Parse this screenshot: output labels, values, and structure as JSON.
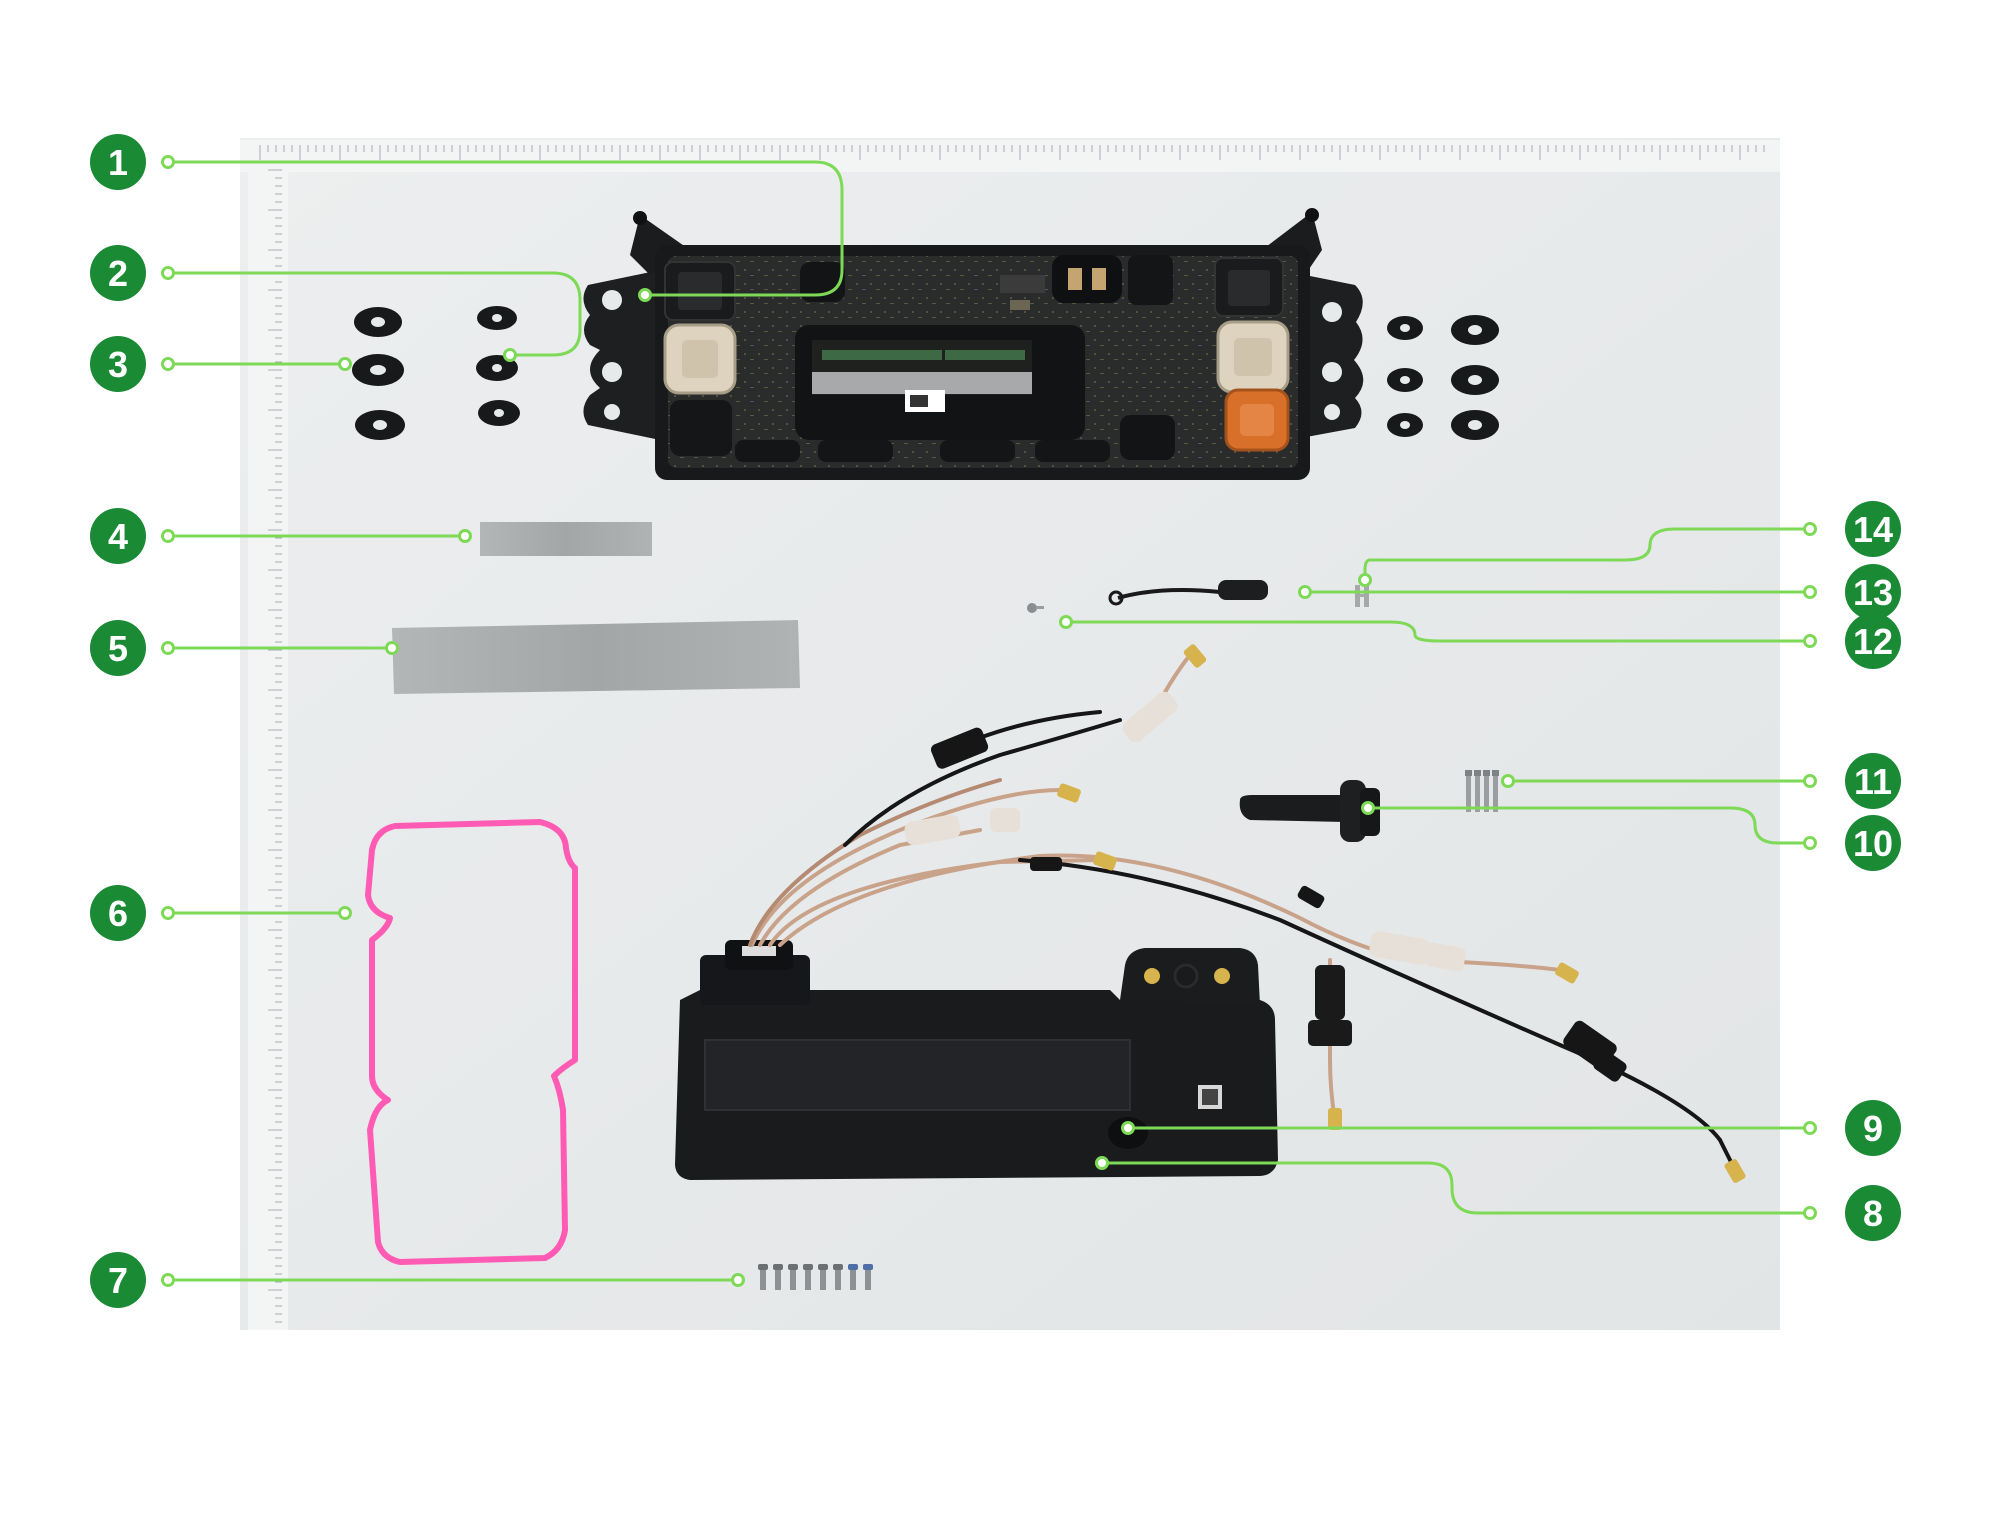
{
  "diagram": {
    "palette": {
      "badge": "#1a8a35",
      "leader": "#7ed957",
      "photo_background": "#e7eaeb",
      "gasket": "#ff5ab4",
      "housing": "#1d1f22",
      "connector_beige": "#ddd3bf",
      "connector_orange": "#d9702a",
      "pad_grey": "#a9acad"
    },
    "callouts": [
      {
        "id": "1",
        "label": "1",
        "part": "connector-socket"
      },
      {
        "id": "2",
        "label": "2",
        "part": "small-grommet"
      },
      {
        "id": "3",
        "label": "3",
        "part": "large-grommet"
      },
      {
        "id": "4",
        "label": "4",
        "part": "small-thermal-pad"
      },
      {
        "id": "5",
        "label": "5",
        "part": "large-thermal-pad"
      },
      {
        "id": "6",
        "label": "6",
        "part": "housing-gasket"
      },
      {
        "id": "7",
        "label": "7",
        "part": "screw-set"
      },
      {
        "id": "8",
        "label": "8",
        "part": "module-housing"
      },
      {
        "id": "9",
        "label": "9",
        "part": "housing-plug"
      },
      {
        "id": "10",
        "label": "10",
        "part": "rubber-plug"
      },
      {
        "id": "11",
        "label": "11",
        "part": "small-screws"
      },
      {
        "id": "12",
        "label": "12",
        "part": "tiny-screw"
      },
      {
        "id": "13",
        "label": "13",
        "part": "wire-strap"
      },
      {
        "id": "14",
        "label": "14",
        "part": "clip"
      }
    ]
  }
}
